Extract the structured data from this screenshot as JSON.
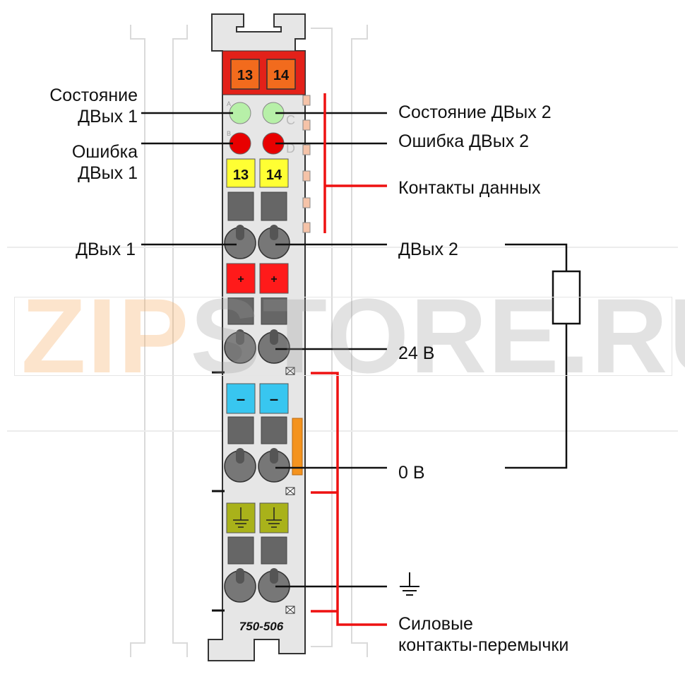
{
  "terminals": {
    "top_left": "13",
    "top_right": "14",
    "data_left": "13",
    "data_right": "14",
    "plus_left": "+",
    "plus_right": "+",
    "minus_left": "–",
    "minus_right": "–",
    "led_letters": [
      "A",
      "B",
      "C",
      "D"
    ]
  },
  "labels": {
    "status_1": "Состояние\nДВых 1",
    "error_1": "Ошибка\nДВых 1",
    "status_2": "Состояние ДВых 2",
    "error_2": "Ошибка ДВых 2",
    "data_contacts": "Контакты данных",
    "dout_1": "ДВых 1",
    "dout_2": "ДВых 2",
    "v24": "24 В",
    "v0": "0 В",
    "power_jumpers": "Силовые\nконтакты-перемычки"
  },
  "model_number": "750-506",
  "watermark": {
    "part1": "ZIP",
    "part2": "STORE.RU"
  },
  "icons": [
    "ground-symbol-icon",
    "resistor-load-icon",
    "led-icon"
  ],
  "colors": {
    "housing": "#e6e6e6",
    "header_red": "#e32119",
    "orange_terminal": "#f26b1d",
    "led_green": "#b7f0a8",
    "led_red": "#e80000",
    "yellow_terminal": "#ffff33",
    "red_terminal": "#ff1a1a",
    "blue_terminal": "#38c6f0",
    "ground_terminal": "#a9b21a",
    "slot_gray": "#666666",
    "callout_red": "#ee1111"
  }
}
